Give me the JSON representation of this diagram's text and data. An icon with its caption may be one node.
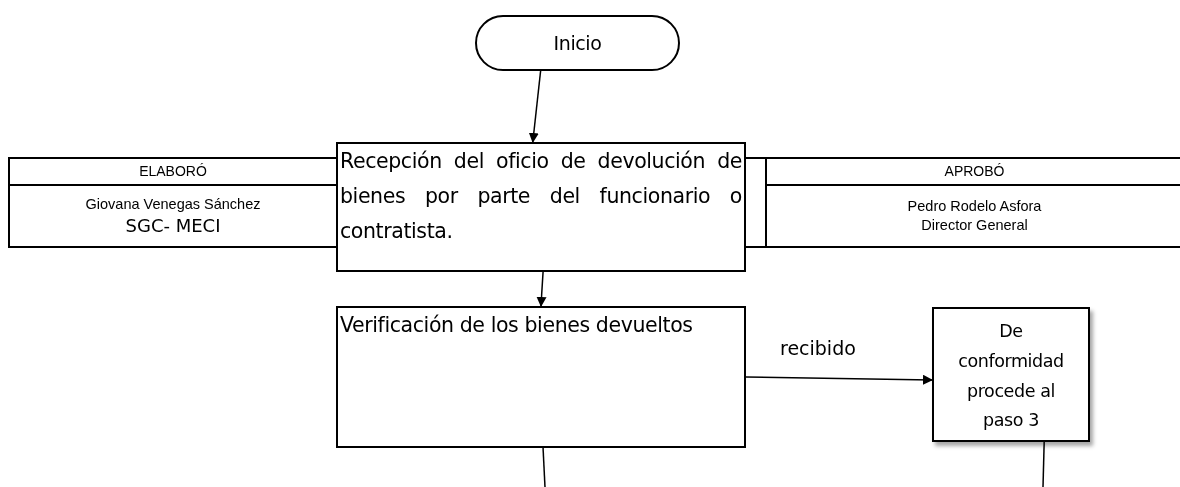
{
  "diagram": {
    "nodes": [
      {
        "text": [
          "Inicio"
        ]
      },
      {
        "text": [
          "Recepción del oficio de devolución de bienes por parte del funcionario o contratista."
        ]
      },
      {
        "text": [
          "Verificación de los bienes devueltos"
        ]
      },
      {
        "text": [
          "De conformidad procede al paso 3"
        ]
      }
    ],
    "edges": [
      {
        "from": 0,
        "to": 1,
        "arrow": "to"
      },
      {
        "from": 1,
        "to": 2,
        "arrow": "to"
      },
      {
        "from": 2,
        "to": 3,
        "arrow": "to",
        "label": "recibido"
      },
      {
        "from": 2,
        "to": null,
        "arrow": "none"
      },
      {
        "from": 3,
        "to": null,
        "arrow": "none"
      }
    ],
    "labels": [
      "ELABORÓ",
      "Giovana Venegas Sánchez",
      "SGC- MECI",
      "APROBÓ",
      "Pedro Rodelo Asfora",
      "Director General"
    ]
  }
}
